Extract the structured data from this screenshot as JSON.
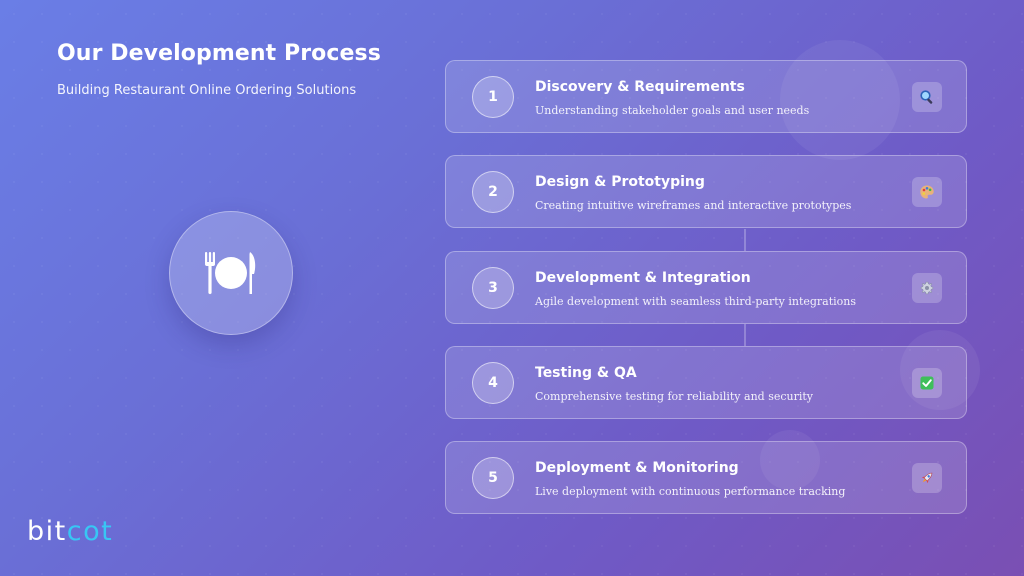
{
  "header": {
    "title": "Our Development Process",
    "subtitle": "Building Restaurant Online Ordering Solutions"
  },
  "hero": {
    "icon": "plate-fork-knife-icon"
  },
  "steps": [
    {
      "number": "1",
      "title": "Discovery & Requirements",
      "description": "Understanding stakeholder goals and user needs",
      "icon": "magnifier-icon"
    },
    {
      "number": "2",
      "title": "Design & Prototyping",
      "description": "Creating intuitive wireframes and interactive prototypes",
      "icon": "palette-icon"
    },
    {
      "number": "3",
      "title": "Development & Integration",
      "description": "Agile development with seamless third-party integrations",
      "icon": "gear-icon"
    },
    {
      "number": "4",
      "title": "Testing & QA",
      "description": "Comprehensive testing for reliability and security",
      "icon": "check-box-icon"
    },
    {
      "number": "5",
      "title": "Deployment & Monitoring",
      "description": "Live deployment with continuous performance tracking",
      "icon": "rocket-icon"
    }
  ],
  "logo": {
    "part1": "bit",
    "part2": "cot",
    "part2_color": "#38c6f4"
  },
  "colors": {
    "gradient_start": "#6a7ee6",
    "gradient_end": "#7a4fb3"
  }
}
